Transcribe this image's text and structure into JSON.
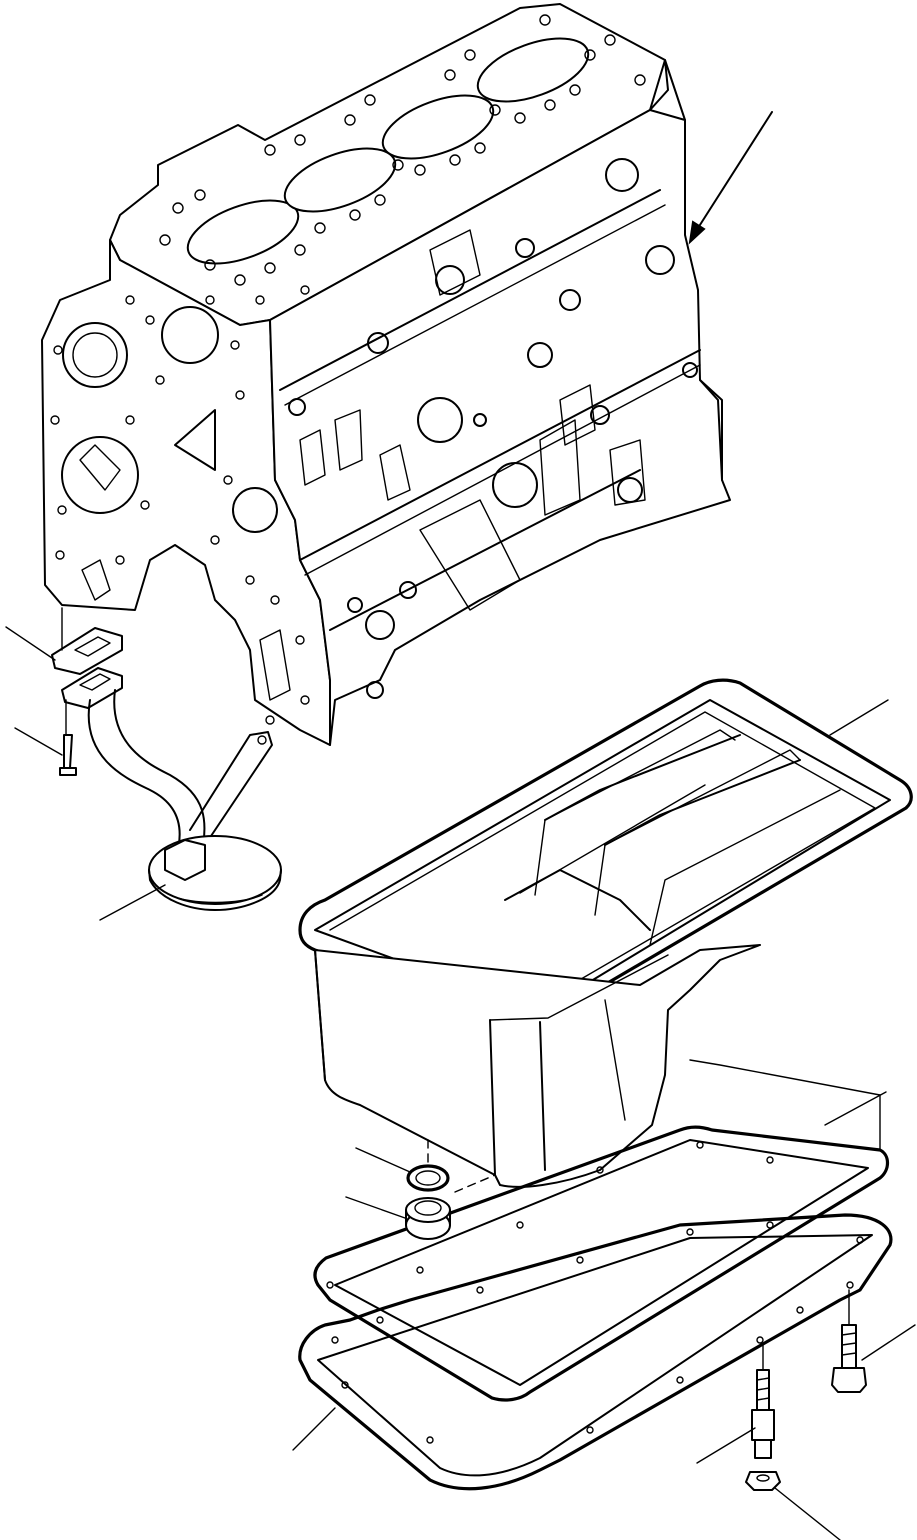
{
  "figure": {
    "kind": "exploded parts illustration",
    "parts": [
      "cylinder-block",
      "oil-strainer-gasket",
      "oil-strainer-tube",
      "strainer-bolt",
      "oil-strainer",
      "oil-pan",
      "oil-pan-gasket-upper",
      "oil-pan-gasket-lower",
      "drain-plug-washer",
      "drain-plug",
      "pan-bolt",
      "stud-bolt",
      "nut"
    ],
    "leader_count": 12,
    "colors": {
      "line": "#000000",
      "background": "#ffffff"
    }
  }
}
